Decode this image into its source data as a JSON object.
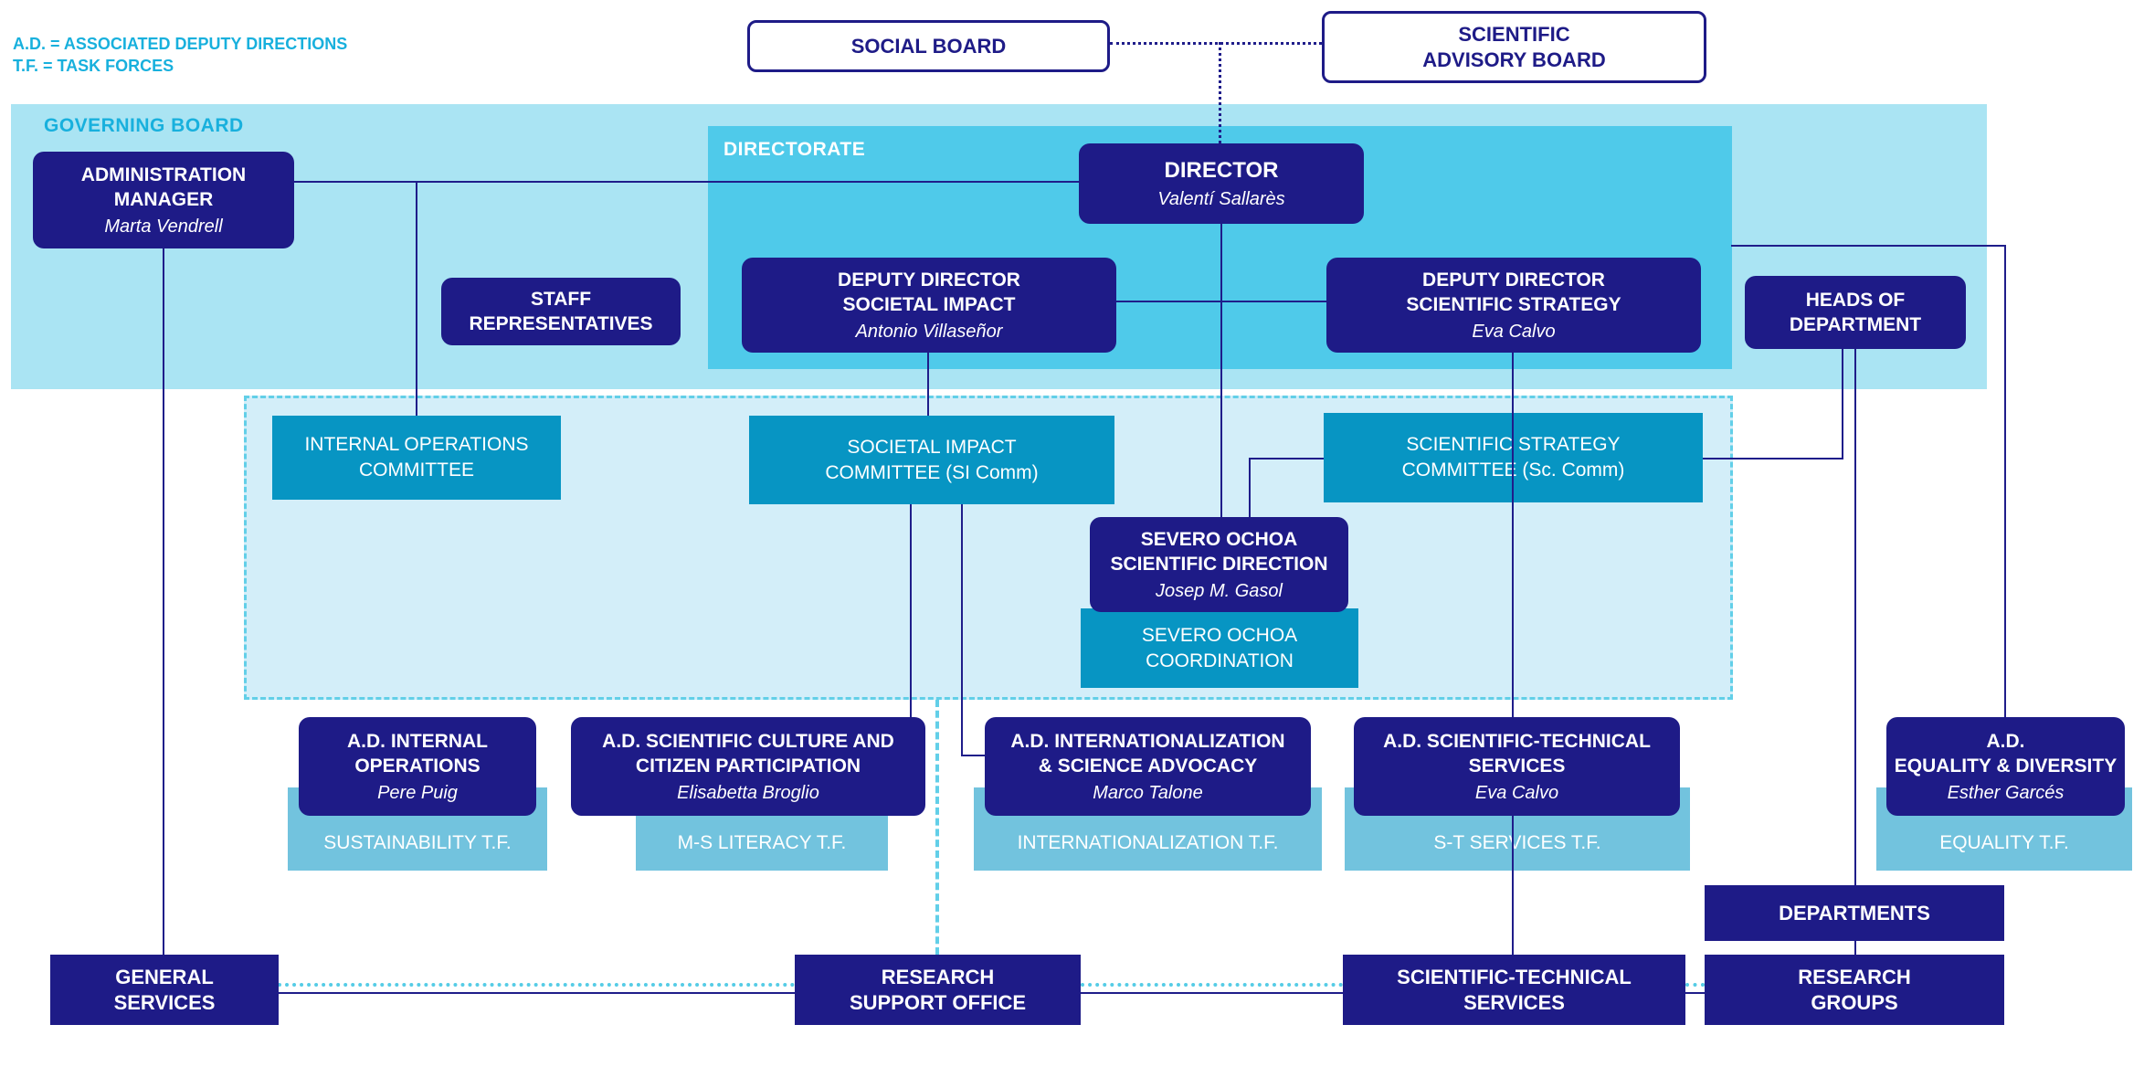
{
  "legend": {
    "line1": "A.D. = ASSOCIATED DEPUTY DIRECTIONS",
    "line2": "T.F. = TASK FORCES"
  },
  "boards": {
    "social_board": "SOCIAL BOARD",
    "scientific_advisory_board": "SCIENTIFIC\nADVISORY BOARD"
  },
  "governing_board": {
    "label": "GOVERNING BOARD",
    "administration_manager": {
      "title": "ADMINISTRATION\nMANAGER",
      "name": "Marta Vendrell"
    },
    "staff_representatives": "STAFF\nREPRESENTATIVES",
    "heads_of_department": "HEADS OF\nDEPARTMENT"
  },
  "directorate": {
    "label": "DIRECTORATE",
    "director": {
      "title": "DIRECTOR",
      "name": "Valentí Sallarès"
    },
    "deputy_societal": {
      "title": "DEPUTY DIRECTOR\nSOCIETAL IMPACT",
      "name": "Antonio Villaseñor"
    },
    "deputy_scientific": {
      "title": "DEPUTY DIRECTOR\nSCIENTIFIC STRATEGY",
      "name": "Eva Calvo"
    }
  },
  "committees": {
    "internal_operations": "INTERNAL OPERATIONS\nCOMMITTEE",
    "societal_impact": "SOCIETAL IMPACT\nCOMMITTEE (SI Comm)",
    "scientific_strategy": "SCIENTIFIC STRATEGY\nCOMMITTEE (Sc. Comm)",
    "severo_ochoa_direction": {
      "title": "SEVERO OCHOA\nSCIENTIFIC DIRECTION",
      "name": "Josep M. Gasol"
    },
    "severo_ochoa_coordination": "SEVERO OCHOA\nCOORDINATION"
  },
  "ad_units": [
    {
      "title": "A.D. INTERNAL\nOPERATIONS",
      "name": "Pere Puig",
      "task_force": "SUSTAINABILITY T.F."
    },
    {
      "title": "A.D. SCIENTIFIC CULTURE AND\nCITIZEN PARTICIPATION",
      "name": "Elisabetta Broglio",
      "task_force": "M-S LITERACY T.F."
    },
    {
      "title": "A.D. INTERNATIONALIZATION\n& SCIENCE ADVOCACY",
      "name": "Marco Talone",
      "task_force": "INTERNATIONALIZATION T.F."
    },
    {
      "title": "A.D. SCIENTIFIC-TECHNICAL\nSERVICES",
      "name": "Eva Calvo",
      "task_force": "S-T SERVICES T.F."
    },
    {
      "title": "A.D.\nEQUALITY & DIVERSITY",
      "name": "Esther Garcés",
      "task_force": "EQUALITY T.F."
    }
  ],
  "bottom_row": {
    "general_services": "GENERAL\nSERVICES",
    "research_support_office": "RESEARCH\nSUPPORT OFFICE",
    "scientific_technical_services": "SCIENTIFIC-TECHNICAL\nSERVICES",
    "departments": "DEPARTMENTS",
    "research_groups": "RESEARCH\nGROUPS"
  },
  "colors": {
    "navy_box": "#1e1b87",
    "navy_line": "#1f1d8a",
    "teal_box": "#0795c3",
    "directorate_blue": "#4fcaea",
    "governing_band_blue": "#aae4f3",
    "committee_area_blue": "#d3eef9",
    "task_force_blue": "#72c3de",
    "dashed_cyan": "#62cfe8",
    "legend_cyan": "#18b0dd"
  }
}
